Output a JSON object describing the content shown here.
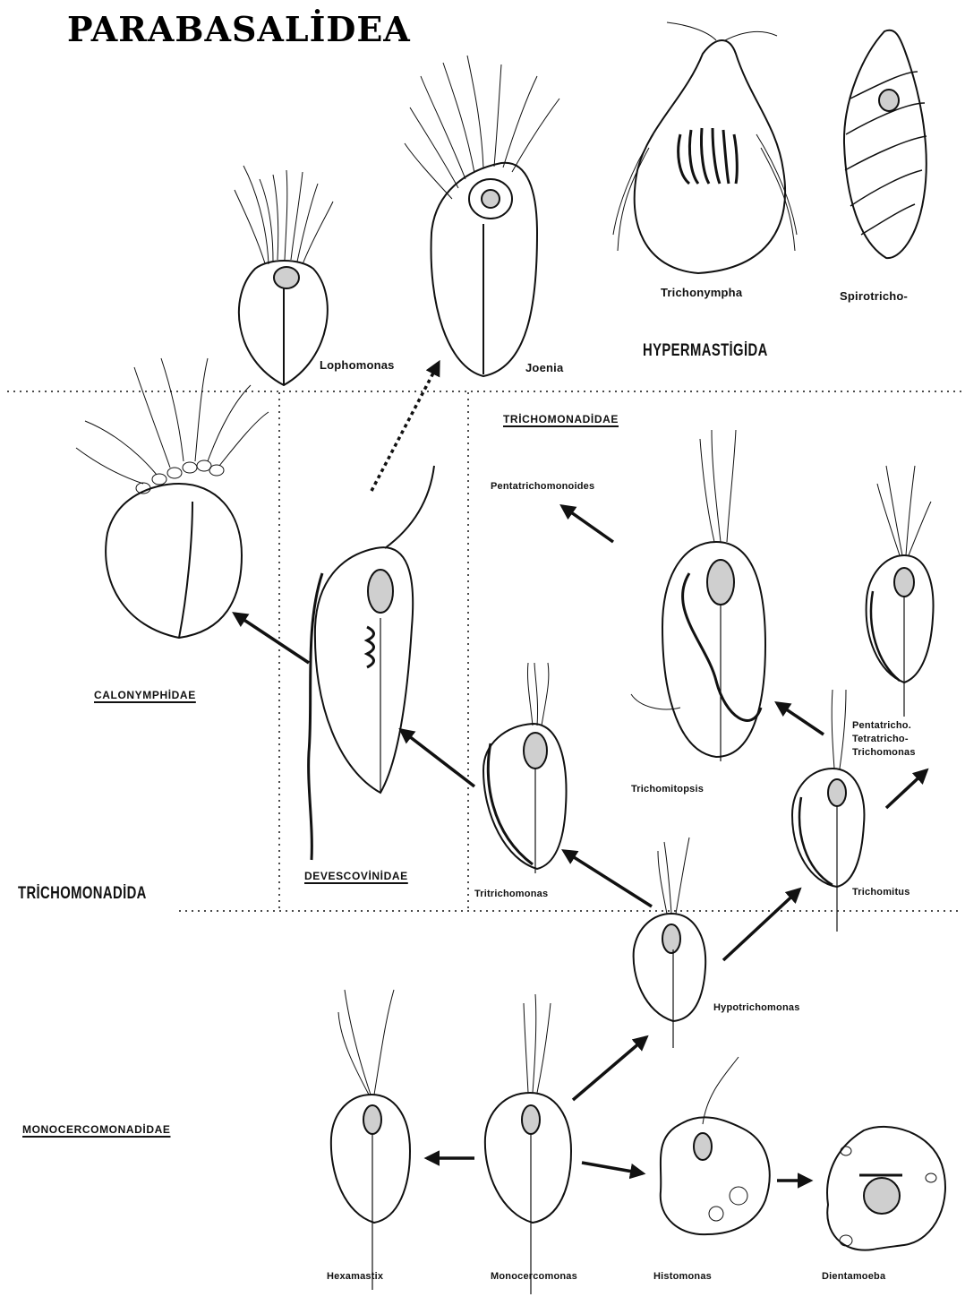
{
  "title": "PARABASALİDEA",
  "groups": {
    "hypermastigida": "HYPERMASTİGİDA",
    "trichomonadida": "TRİCHOMONADİDA",
    "trichomonadidae": "TRİCHOMONADİDAE",
    "calonymphidae": "CALONYMPHİDAE",
    "devescovinidae": "DEVESCOVİNİDAE",
    "monocercomonadidae": "MONOCERCOMONADİDAE"
  },
  "organisms": {
    "lophomonas": "Lophomonas",
    "joenia": "Joenia",
    "trichonympha": "Trichonympha",
    "spirotricho": "Spirotricho-",
    "pentatrichomonoides": "Pentatrichomonoides",
    "pentatricho": "Pentatricho.",
    "tetratricho": "Tetratricho-",
    "trichomonas": "Trichomonas",
    "trichomitopsis": "Trichomitopsis",
    "trichomitus": "Trichomitus",
    "tritrichomonas": "Tritrichomonas",
    "hypotrichomonas": "Hypotrichomonas",
    "hexamastix": "Hexamastix",
    "monocercomonas": "Monocercomonas",
    "histomonas": "Histomonas",
    "dientamoeba": "Dientamoeba"
  },
  "colors": {
    "ink": "#111111",
    "background": "#ffffff"
  }
}
